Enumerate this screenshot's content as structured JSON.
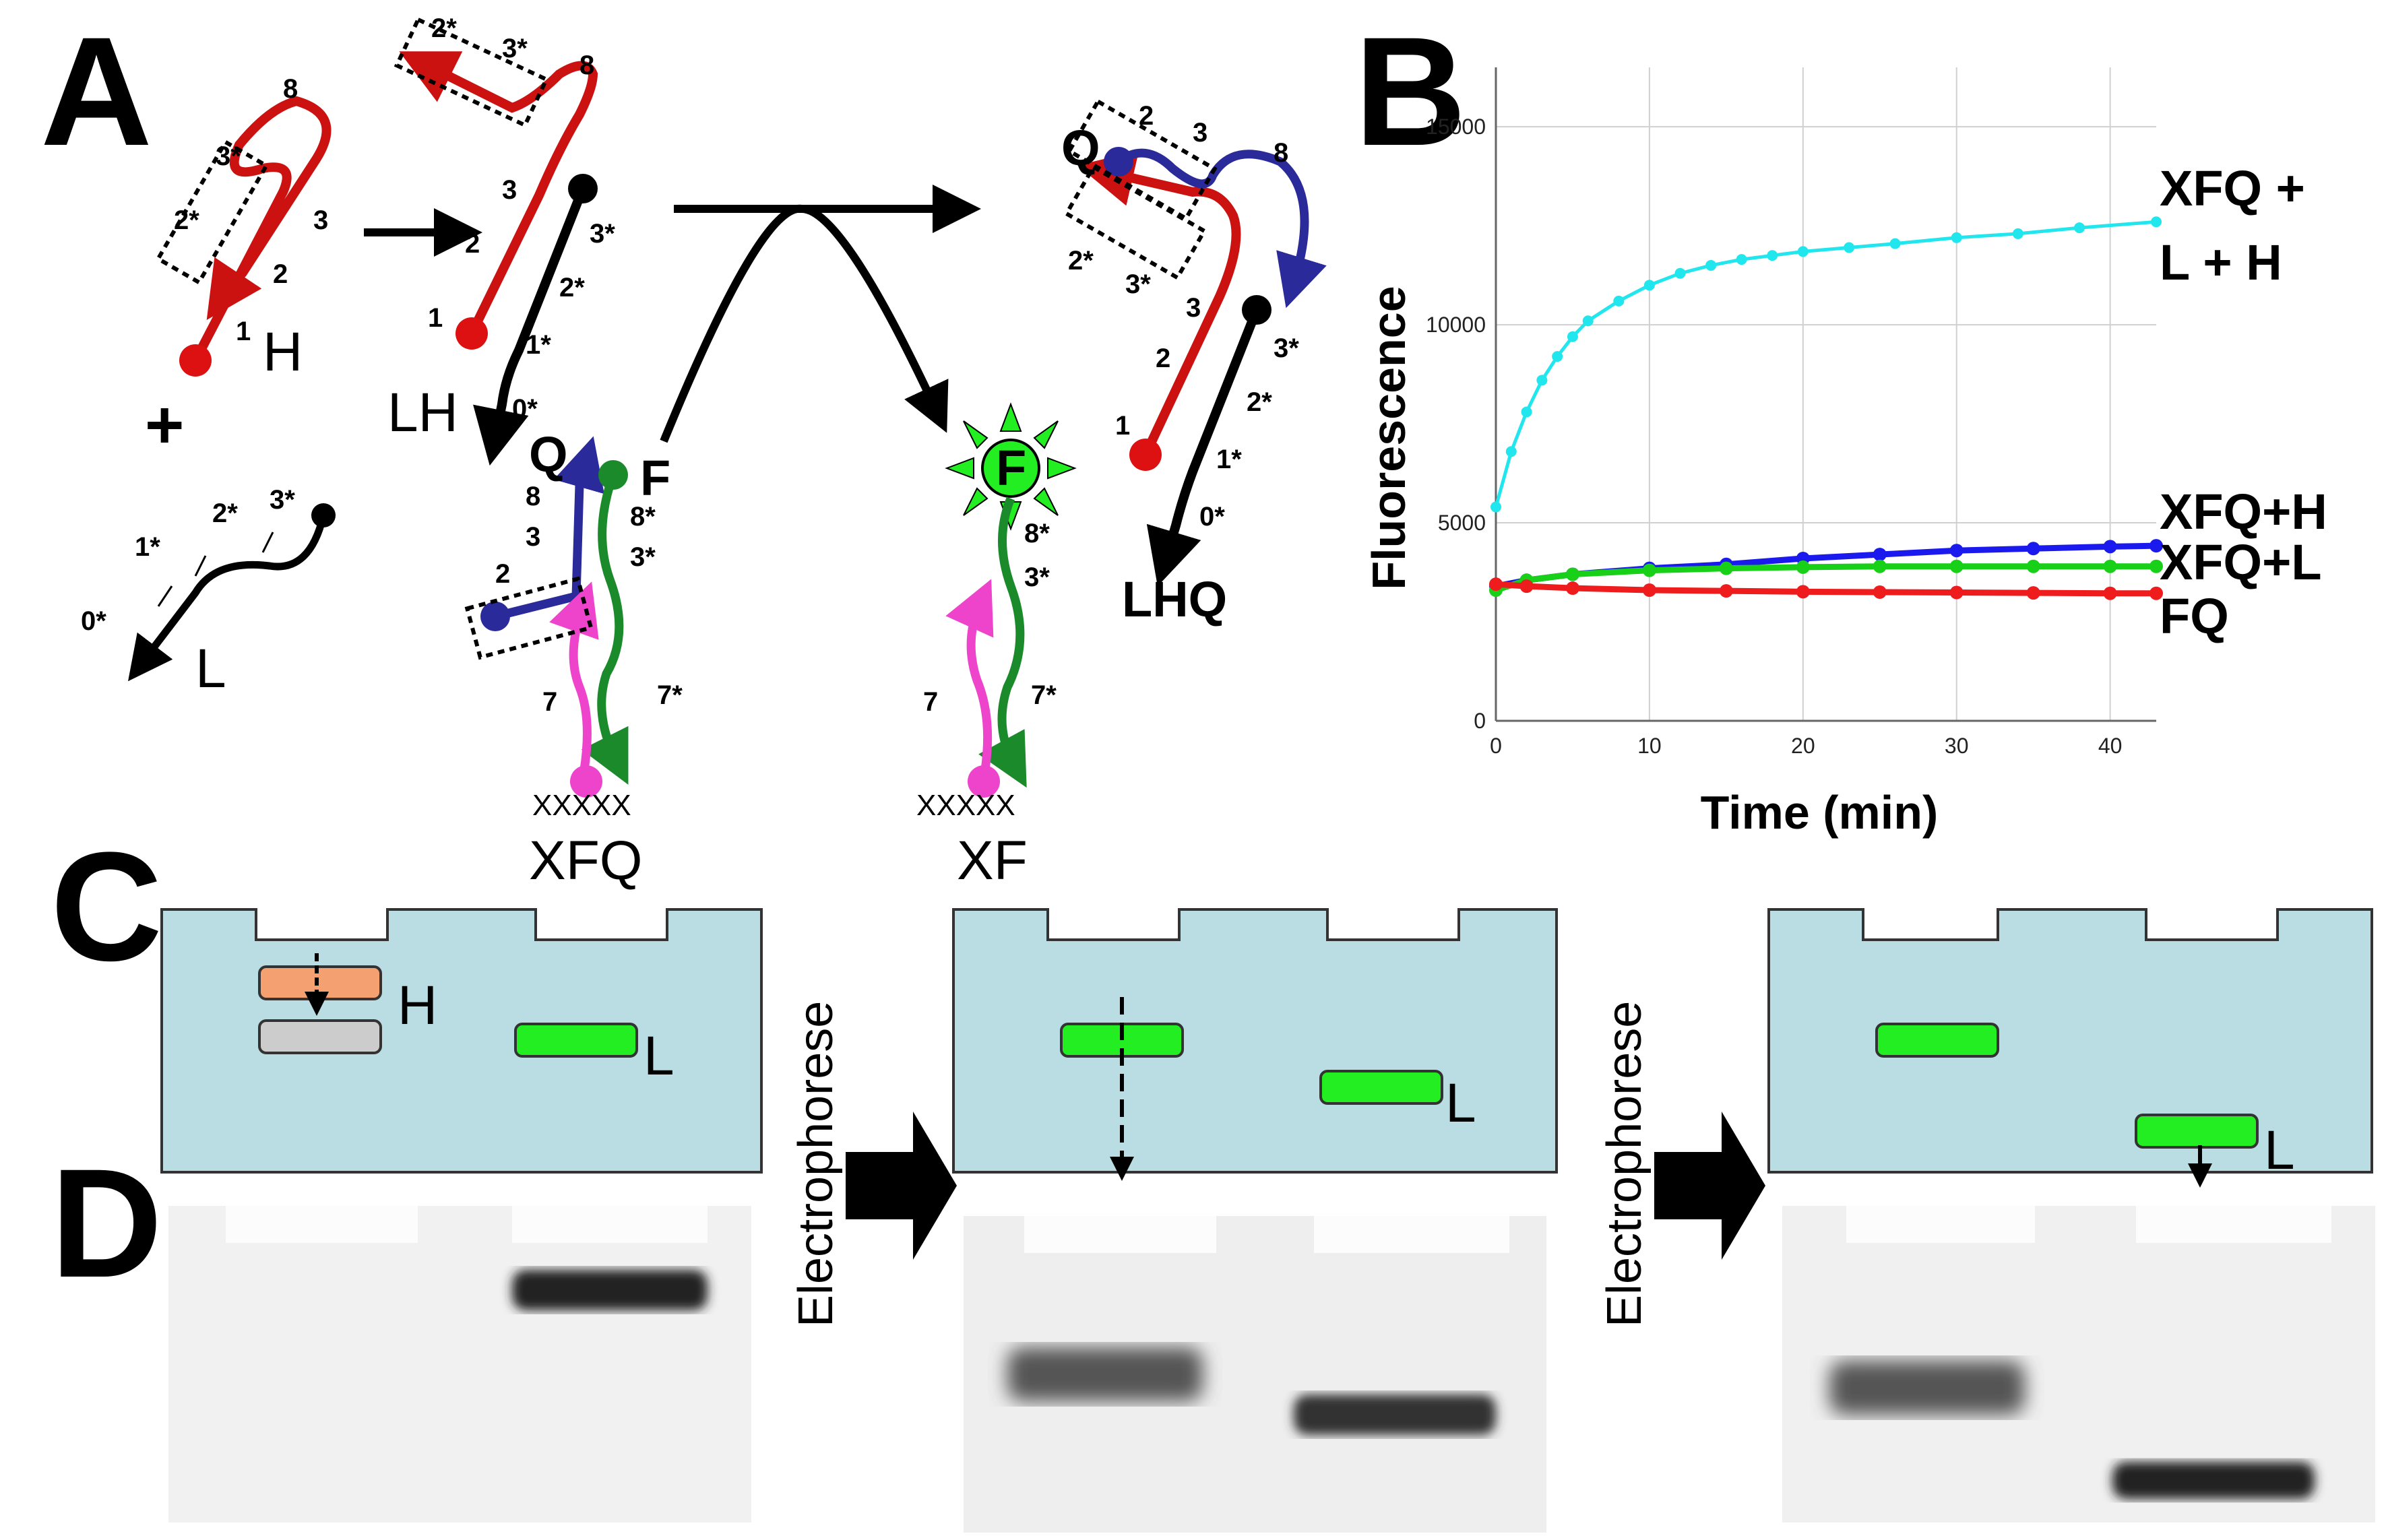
{
  "panels": {
    "a": "A",
    "b": "B",
    "c": "C",
    "d": "D"
  },
  "panel_a": {
    "strand_labels": {
      "H": "H",
      "L": "L",
      "LH": "LH",
      "XFQ": "XFQ",
      "XF": "XF",
      "LHQ": "LHQ"
    },
    "fluor": {
      "F": "F",
      "Q": "Q",
      "X": "XXXXX"
    },
    "plus": "+",
    "domains": {
      "h1": [
        "8",
        "3*",
        "2*",
        "3",
        "2",
        "1"
      ],
      "l": [
        "0*",
        "1*",
        "2*",
        "3*"
      ],
      "lh": [
        "2*",
        "3*",
        "8",
        "3",
        "3*",
        "2",
        "2*",
        "1",
        "1*",
        "0*"
      ],
      "xfq": [
        "Q",
        "F",
        "8",
        "8*",
        "3",
        "3*",
        "2",
        "7",
        "7*"
      ],
      "xf": [
        "8*",
        "3*",
        "7",
        "7*"
      ],
      "lhq": [
        "2",
        "3",
        "8",
        "2*",
        "3*",
        "3",
        "3*",
        "2",
        "2*",
        "1",
        "1*",
        "0*"
      ]
    }
  },
  "chart_data": {
    "type": "line",
    "title": "",
    "xlabel": "Time (min)",
    "ylabel": "Fluorescence",
    "xlim": [
      0,
      43
    ],
    "ylim": [
      0,
      16500
    ],
    "xticks": [
      "0",
      "10",
      "20",
      "30",
      "40"
    ],
    "yticks": [
      "0",
      "5000",
      "10000",
      "15000"
    ],
    "grid": true,
    "series": [
      {
        "name": "XFQ + L + H",
        "color": "#22e6ee",
        "x": [
          0,
          1,
          2,
          3,
          4,
          5,
          6,
          8,
          10,
          12,
          14,
          16,
          18,
          20,
          23,
          26,
          30,
          34,
          38,
          43
        ],
        "y": [
          5400,
          6800,
          7800,
          8600,
          9200,
          9700,
          10100,
          10600,
          11000,
          11300,
          11500,
          11650,
          11750,
          11850,
          11950,
          12050,
          12200,
          12300,
          12450,
          12600
        ]
      },
      {
        "name": "XFQ+H",
        "color": "#1a1aee",
        "x": [
          0,
          2,
          5,
          10,
          15,
          20,
          25,
          30,
          35,
          40,
          43
        ],
        "y": [
          3400,
          3550,
          3700,
          3850,
          3950,
          4100,
          4200,
          4300,
          4350,
          4400,
          4420
        ]
      },
      {
        "name": "XFQ+L",
        "color": "#18d018",
        "x": [
          0,
          2,
          5,
          10,
          15,
          20,
          25,
          30,
          35,
          40,
          43
        ],
        "y": [
          3300,
          3550,
          3700,
          3800,
          3850,
          3880,
          3900,
          3900,
          3900,
          3900,
          3900
        ]
      },
      {
        "name": "FQ",
        "color": "#ee1c1c",
        "x": [
          0,
          2,
          5,
          10,
          15,
          20,
          25,
          30,
          35,
          40,
          43
        ],
        "y": [
          3450,
          3400,
          3350,
          3300,
          3280,
          3260,
          3250,
          3240,
          3230,
          3220,
          3220
        ]
      }
    ],
    "legend_labels": [
      "XFQ +",
      "L + H",
      "XFQ+H",
      "XFQ+L",
      "FQ"
    ]
  },
  "panel_c": {
    "labels": {
      "H": "H",
      "L1": "L",
      "L2": "L",
      "L3": "L"
    },
    "electrophorese": "Electrophorese",
    "colors": {
      "gel": "#b9dde2",
      "band_green": "#22ee22",
      "band_orange": "#f4a070",
      "band_gray": "#cccccc"
    }
  }
}
